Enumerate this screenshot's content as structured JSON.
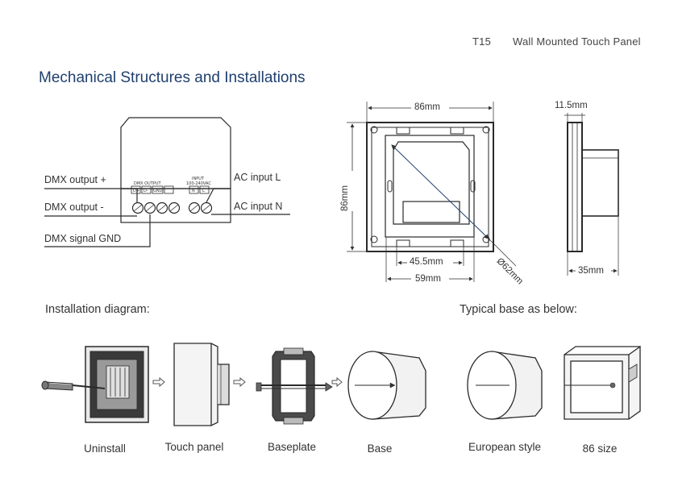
{
  "header": {
    "model": "T15",
    "product": "Wall Mounted Touch Panel"
  },
  "section_title": "Mechanical Structures and Installations",
  "wiring": {
    "labels": {
      "dmx_plus": "DMX output +",
      "dmx_minus": "DMX output -",
      "dmx_gnd": "DMX signal GND",
      "ac_l": "AC input  L",
      "ac_n": "AC input N"
    },
    "block_text": {
      "dmx_output": "DMX OUTPUT",
      "input": "INPUT",
      "voltage": "100-240VAC",
      "terminals": [
        "D+",
        "D-",
        "GND",
        "",
        "N",
        "L"
      ]
    }
  },
  "dimensions": {
    "front_width": "86mm",
    "front_height": "86mm",
    "inner_width_1": "45.5mm",
    "inner_width_2": "59mm",
    "diameter": "Ø62mm",
    "side_depth_top": "11.5mm",
    "side_depth_bottom": "35mm"
  },
  "installation": {
    "heading": "Installation diagram:",
    "typical_base_heading": "Typical base as below:",
    "captions": {
      "uninstall": "Uninstall",
      "touch_panel": "Touch panel",
      "baseplate": "Baseplate",
      "base": "Base",
      "european": "European style",
      "size86": "86 size"
    }
  },
  "colors": {
    "title": "#1f3f6e",
    "line": "#2a2a2a",
    "accent": "#1f3f6e"
  }
}
